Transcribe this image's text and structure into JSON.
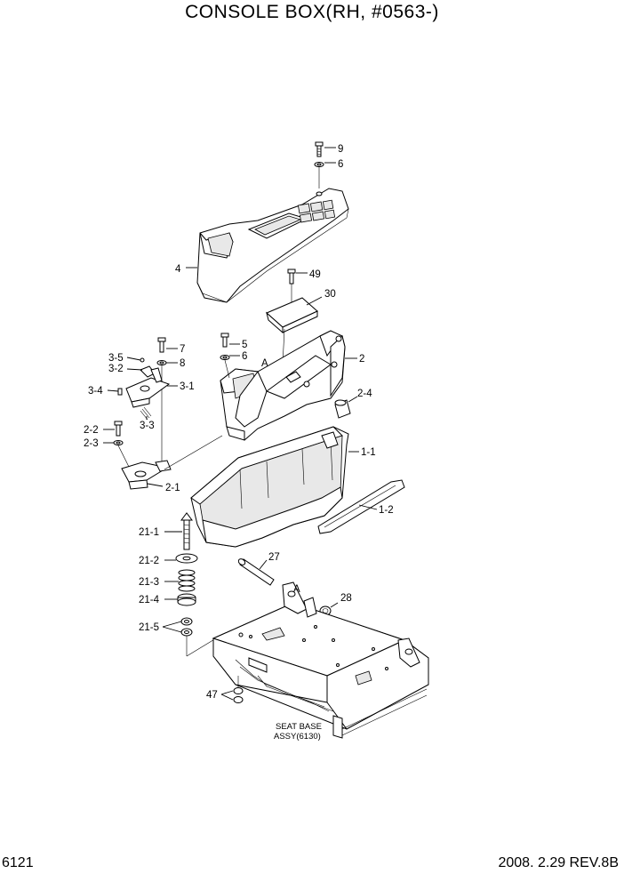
{
  "title": "CONSOLE BOX(RH, #0563-)",
  "page_number": "6121",
  "revision": "2008. 2.29 REV.8B",
  "labels": {
    "p9": "9",
    "p6a": "6",
    "p4": "4",
    "p49": "49",
    "p30": "30",
    "p3_5": "3-5",
    "p3_2": "3-2",
    "p3_4": "3-4",
    "p3_1": "3-1",
    "p3_3": "3-3",
    "p7": "7",
    "p8": "8",
    "p5": "5",
    "p6b": "6",
    "pA1": "A",
    "p2": "2",
    "p2_4": "2-4",
    "p2_2": "2-2",
    "p2_3": "2-3",
    "p2_1": "2-1",
    "p1_1": "1-1",
    "p1_2": "1-2",
    "p21_1": "21-1",
    "p21_2": "21-2",
    "p21_3": "21-3",
    "p21_4": "21-4",
    "p21_5": "21-5",
    "p27": "27",
    "pA2": "A",
    "p28": "28",
    "p47": "47",
    "seat_base_1": "SEAT BASE",
    "seat_base_2": "ASSY(6130)"
  }
}
